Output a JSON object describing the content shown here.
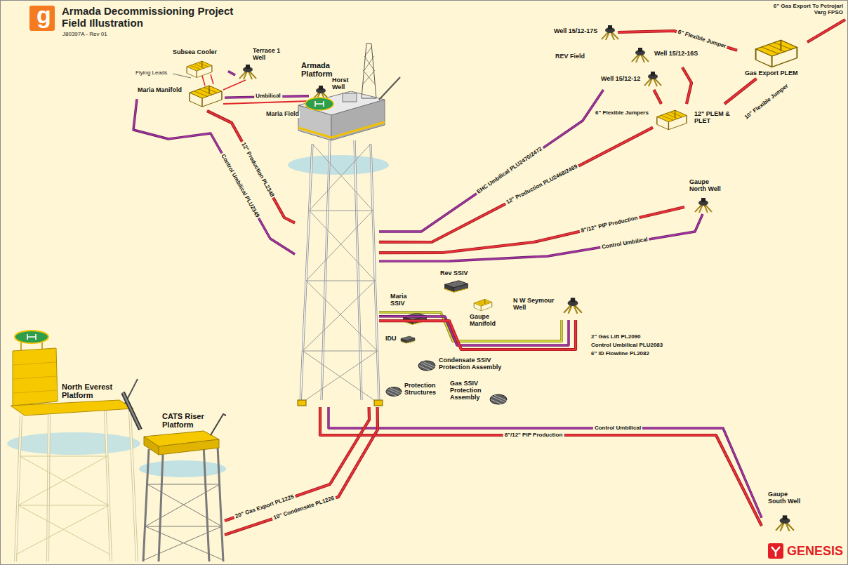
{
  "diagram": {
    "title": "Armada Decommissioning Project Field Illustration",
    "nodes": [
      {
        "text": [
          "Subsea Cooler"
        ]
      },
      {
        "text": [
          "Terrace 1 Well"
        ]
      },
      {
        "text": [
          "Maria Manifold"
        ]
      },
      {
        "text": [
          "Horst Well"
        ]
      },
      {
        "text": [
          "Well 15/12-17S"
        ]
      },
      {
        "text": [
          "Gas Export PLEM"
        ]
      },
      {
        "text": [
          "Well 15/12-16S"
        ]
      },
      {
        "text": [
          "Well 15/12-12"
        ]
      },
      {
        "text": [
          "12\" PLEM & PLET"
        ]
      },
      {
        "text": [
          "Armada Platform"
        ]
      },
      {
        "text": [
          "Gaupe North Well"
        ]
      },
      {
        "text": [
          "Rev SSIV"
        ]
      },
      {
        "text": [
          "Maria SSIV"
        ]
      },
      {
        "text": [
          "Gaupe Manifold"
        ]
      },
      {
        "text": [
          "N W Seymour Well"
        ]
      },
      {
        "text": [
          "IDU"
        ]
      },
      {
        "text": [
          "Condensate SSIV Protection Assembly"
        ]
      },
      {
        "text": [
          "Protection Structures"
        ]
      },
      {
        "text": [
          "Gas SSIV Protection Assembly"
        ]
      },
      {
        "text": [
          "North Everest Platform"
        ]
      },
      {
        "text": [
          "CATS Riser Platform"
        ]
      },
      {
        "text": [
          "Gaupe South Well"
        ]
      }
    ],
    "edges": [
      {
        "from": 2,
        "to": 9,
        "arrow": "none",
        "label": "12\" Production PL2348"
      },
      {
        "from": 9,
        "to": 2,
        "arrow": "none",
        "label": "Control Umbilical PLU2349"
      },
      {
        "from": 0,
        "to": 1,
        "arrow": "none"
      },
      {
        "from": 2,
        "to": 3,
        "arrow": "none",
        "label": "Umbilical"
      },
      {
        "from": 9,
        "to": 7,
        "arrow": "none",
        "label": "EHC Umbilical PLU2470/2472"
      },
      {
        "from": 9,
        "to": 8,
        "arrow": "none",
        "label": "12\" Production PLU2468/2469"
      },
      {
        "from": 8,
        "to": 7,
        "arrow": "none",
        "label": "6\" Flexible Jumpers"
      },
      {
        "from": 8,
        "to": 6,
        "arrow": "none"
      },
      {
        "from": 4,
        "to": 5,
        "arrow": "none",
        "label": "6\" Flexible Jumper"
      },
      {
        "from": 8,
        "to": 5,
        "arrow": "none",
        "label": "10\" Flexible Jumper"
      },
      {
        "from": 9,
        "to": 10,
        "arrow": "none",
        "label": "8\"/12\" PIP Production"
      },
      {
        "from": 9,
        "to": 10,
        "arrow": "none",
        "label": "Control Umbilical"
      },
      {
        "from": 9,
        "to": 14,
        "arrow": "none",
        "label": "2\" Gas Lift PL2090"
      },
      {
        "from": 9,
        "to": 14,
        "arrow": "none",
        "label": "Control Umbilical PLU2083"
      },
      {
        "from": 9,
        "to": 14,
        "arrow": "none",
        "label": "6\" ID Flowline PL2082"
      },
      {
        "from": 9,
        "to": 21,
        "arrow": "none",
        "label": "8\"/12\" PIP Production"
      },
      {
        "from": 9,
        "to": 21,
        "arrow": "none",
        "label": "Control Umbilical"
      },
      {
        "from": 9,
        "to": 20,
        "arrow": "none",
        "label": "20\" Gas Export PL1225"
      },
      {
        "from": 9,
        "to": 20,
        "arrow": "none",
        "label": "10\" Condensate PL1226"
      },
      {
        "from": 19,
        "to": 20,
        "arrow": "none"
      }
    ],
    "labels": [
      "g",
      "J80397A - Rev 01",
      "Maria Field",
      "Flying Leads",
      "REV Field",
      "6\" Gas Export To Petrojarl Varg FPSO",
      "GENESIS"
    ]
  }
}
